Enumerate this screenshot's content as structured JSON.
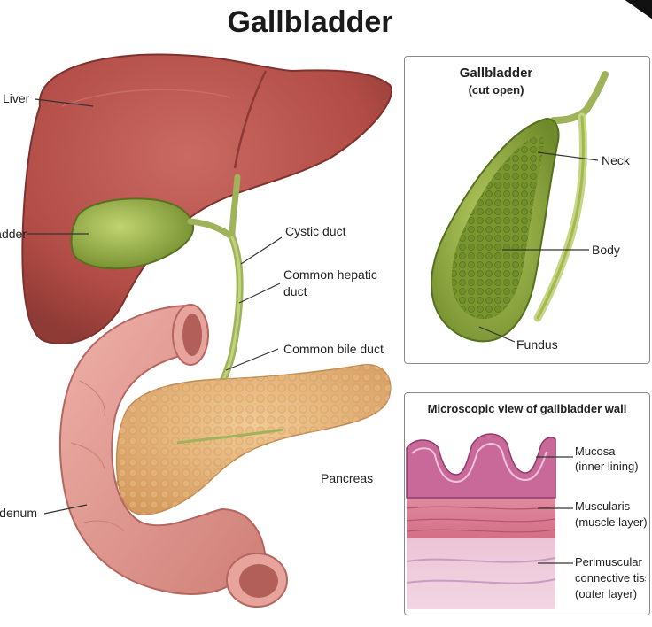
{
  "title": "Gallbladder",
  "main_labels": {
    "liver": "Liver",
    "gallbladder": "Gallbladder",
    "cystic_duct": "Cystic duct",
    "common_hepatic_duct_1": "Common hepatic",
    "common_hepatic_duct_2": "duct",
    "common_bile_duct": "Common bile duct",
    "pancreas": "Pancreas",
    "duodenum": "Duodenum"
  },
  "cutaway_panel": {
    "title": "Gallbladder",
    "subtitle": "(cut open)",
    "neck": "Neck",
    "body": "Body",
    "fundus": "Fundus"
  },
  "micro_panel": {
    "title": "Microscopic view of gallbladder wall",
    "mucosa": "Mucosa",
    "mucosa_desc": "(inner lining)",
    "muscularis": "Muscularis",
    "muscularis_desc": "(muscle layer)",
    "perimuscular": "Perimuscular",
    "perimuscular_desc_1": "connective tissue",
    "perimuscular_desc_2": "(outer layer)"
  },
  "colors": {
    "liver": "#b9524b",
    "liver_dark": "#8e3a35",
    "gallbladder": "#a3b94a",
    "gallbladder_dark": "#6f8a2a",
    "duct": "#9fb35a",
    "pancreas": "#e6b77d",
    "duodenum": "#e39a92",
    "mucosa": "#c9699a",
    "muscle": "#d9788a",
    "connective": "#e8b8cf"
  }
}
